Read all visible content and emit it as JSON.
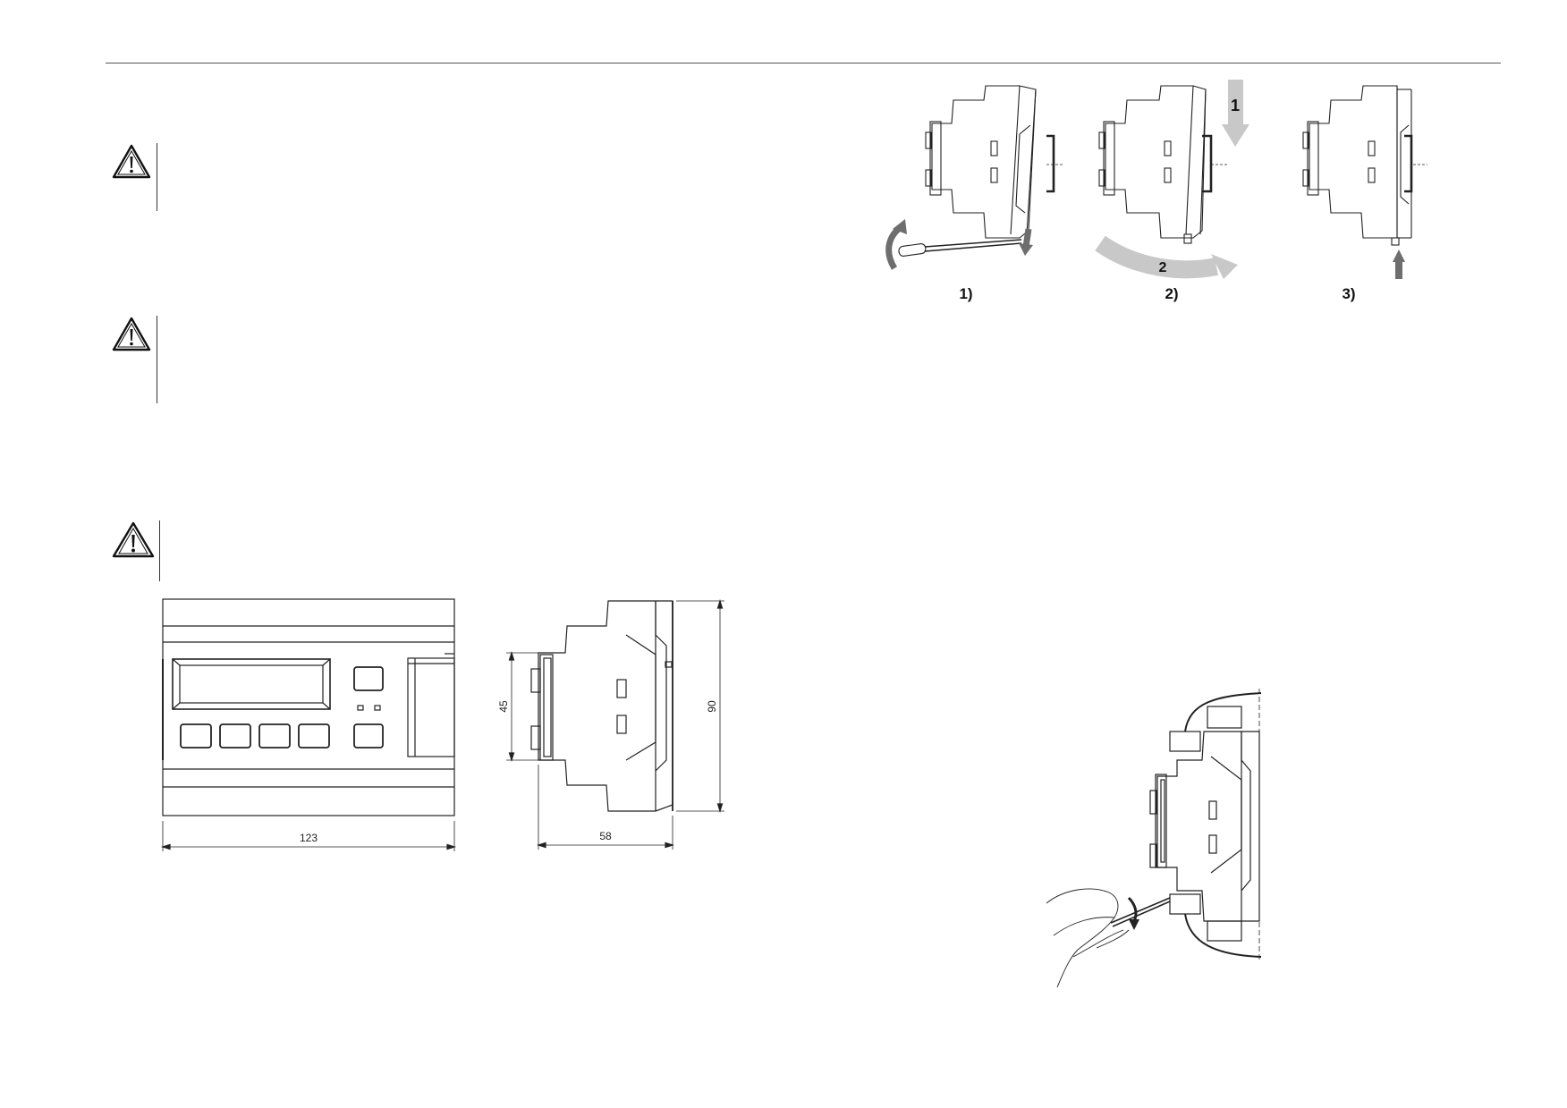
{
  "dimensions": {
    "width": "123",
    "depth": "58",
    "height": "90",
    "front_height": "45"
  },
  "mounting_steps": {
    "step1": "1)",
    "step2": "2)",
    "step3": "3)",
    "arrow1": "1",
    "arrow2": "2"
  },
  "colors": {
    "line": "#222222",
    "arrow_light": "#c8c8c8",
    "arrow_dark": "#6e6e6e"
  },
  "icons": [
    "warning-triangle-icon",
    "warning-triangle-icon",
    "warning-triangle-icon"
  ]
}
